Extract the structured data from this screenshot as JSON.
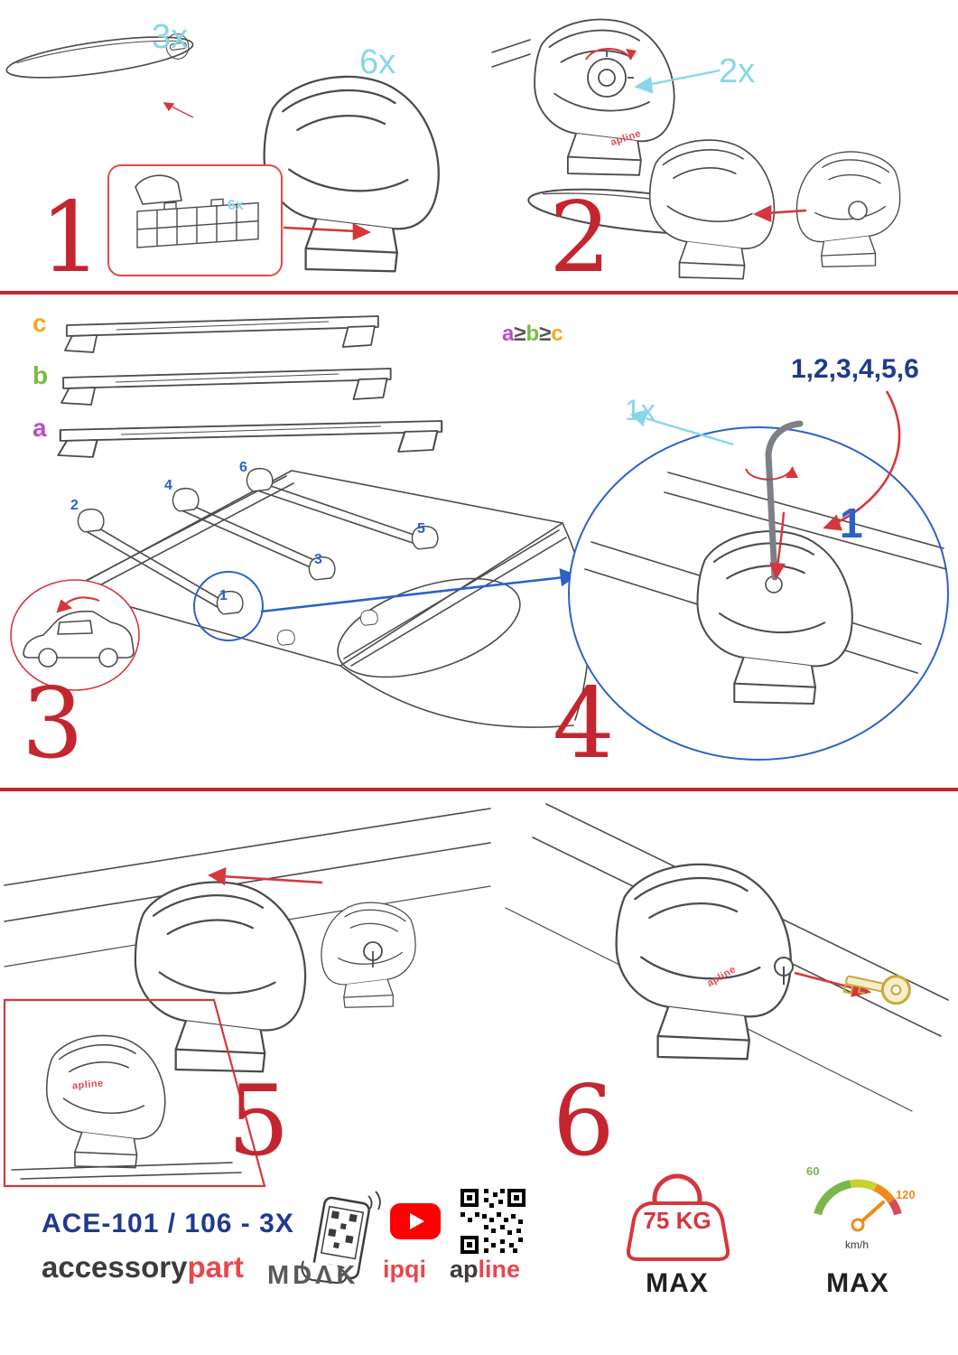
{
  "steps": {
    "s1": {
      "num": "1",
      "bar_qty": "3x",
      "foot_qty": "6x",
      "pad_qty": "6x"
    },
    "s2": {
      "num": "2",
      "knob_qty": "2x",
      "brand": "apline"
    },
    "s3": {
      "num": "3",
      "label_a": "a",
      "label_b": "b",
      "label_c": "c",
      "formula_a": "a",
      "formula_ge1": "≥",
      "formula_b": "b",
      "formula_ge2": "≥",
      "formula_c": "c",
      "pos1": "1",
      "pos2": "2",
      "pos3": "3",
      "pos4": "4",
      "pos5": "5",
      "pos6": "6"
    },
    "s4": {
      "num": "4",
      "key_qty": "1x",
      "sequence": "1,2,3,4,5,6",
      "torque_step": "1"
    },
    "s5": {
      "num": "5",
      "brand": "apline"
    },
    "s6": {
      "num": "6",
      "brand": "apline"
    }
  },
  "footer": {
    "model": "ACE-101 / 106 - 3X",
    "brand_accessory": "accessory",
    "brand_part": "part",
    "logo_mdak": "MDΛK",
    "logo_ipqi": "ipqi",
    "logo_apline_ap": "ap",
    "logo_apline_line": "line",
    "weight_value": "75 KG",
    "weight_max": "MAX",
    "speed_low": "60",
    "speed_high": "120",
    "speed_unit": "km/h",
    "speed_max": "MAX"
  },
  "colors": {
    "step_red": "#c42630",
    "cyan_qty": "#86d7e8",
    "blue": "#1d3a8e",
    "blue_bright": "#2a62c9",
    "label_a": "#bb4ec4",
    "label_b": "#76bc43",
    "label_c": "#f5a81c",
    "apline_red": "#e8474b",
    "youtube_red": "#ff0000",
    "key_yellow": "#c9a83c"
  }
}
